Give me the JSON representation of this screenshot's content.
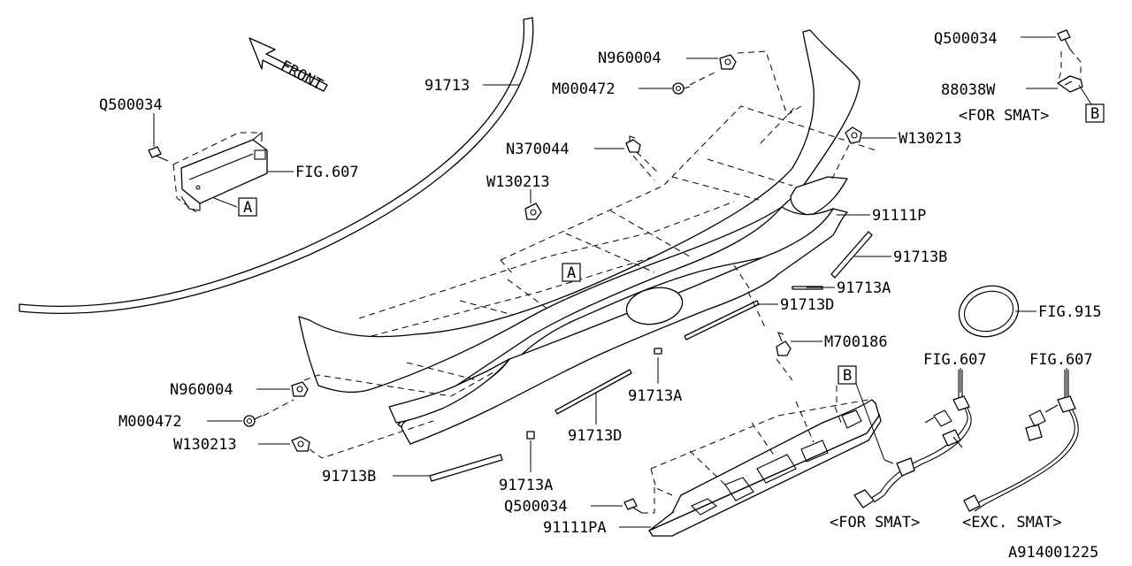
{
  "diagram_id": "A914001225",
  "front_label": "FRONT",
  "labels": {
    "q500034_top_right": "Q500034",
    "l88038w": "88038W",
    "for_smat_top": "<FOR SMAT>",
    "ref_b_top": "B",
    "n960004_top": "N960004",
    "m000472_top": "M000472",
    "n370044": "N370044",
    "w130213_center": "W130213",
    "w130213_right": "W130213",
    "l91713": "91713",
    "q500034_left": "Q500034",
    "fig607_left": "FIG.607",
    "ref_a_left": "A",
    "ref_a_center": "A",
    "l91111p": "91111P",
    "l91713b_right": "91713B",
    "l91713a_right": "91713A",
    "l91713d_right": "91713D",
    "m700186": "M700186",
    "fig915": "FIG.915",
    "fig607_mid": "FIG.607",
    "fig607_right": "FIG.607",
    "ref_b_mid": "B",
    "n960004_left": "N960004",
    "m000472_left": "M000472",
    "w130213_left": "W130213",
    "l91713a_center": "91713A",
    "l91713d_center": "91713D",
    "l91713b_left": "91713B",
    "l91713a_bottom": "91713A",
    "q500034_bottom": "Q500034",
    "l91111pa": "91111PA",
    "for_smat_bottom": "<FOR SMAT>",
    "exc_smat": "<EXC. SMAT>"
  }
}
